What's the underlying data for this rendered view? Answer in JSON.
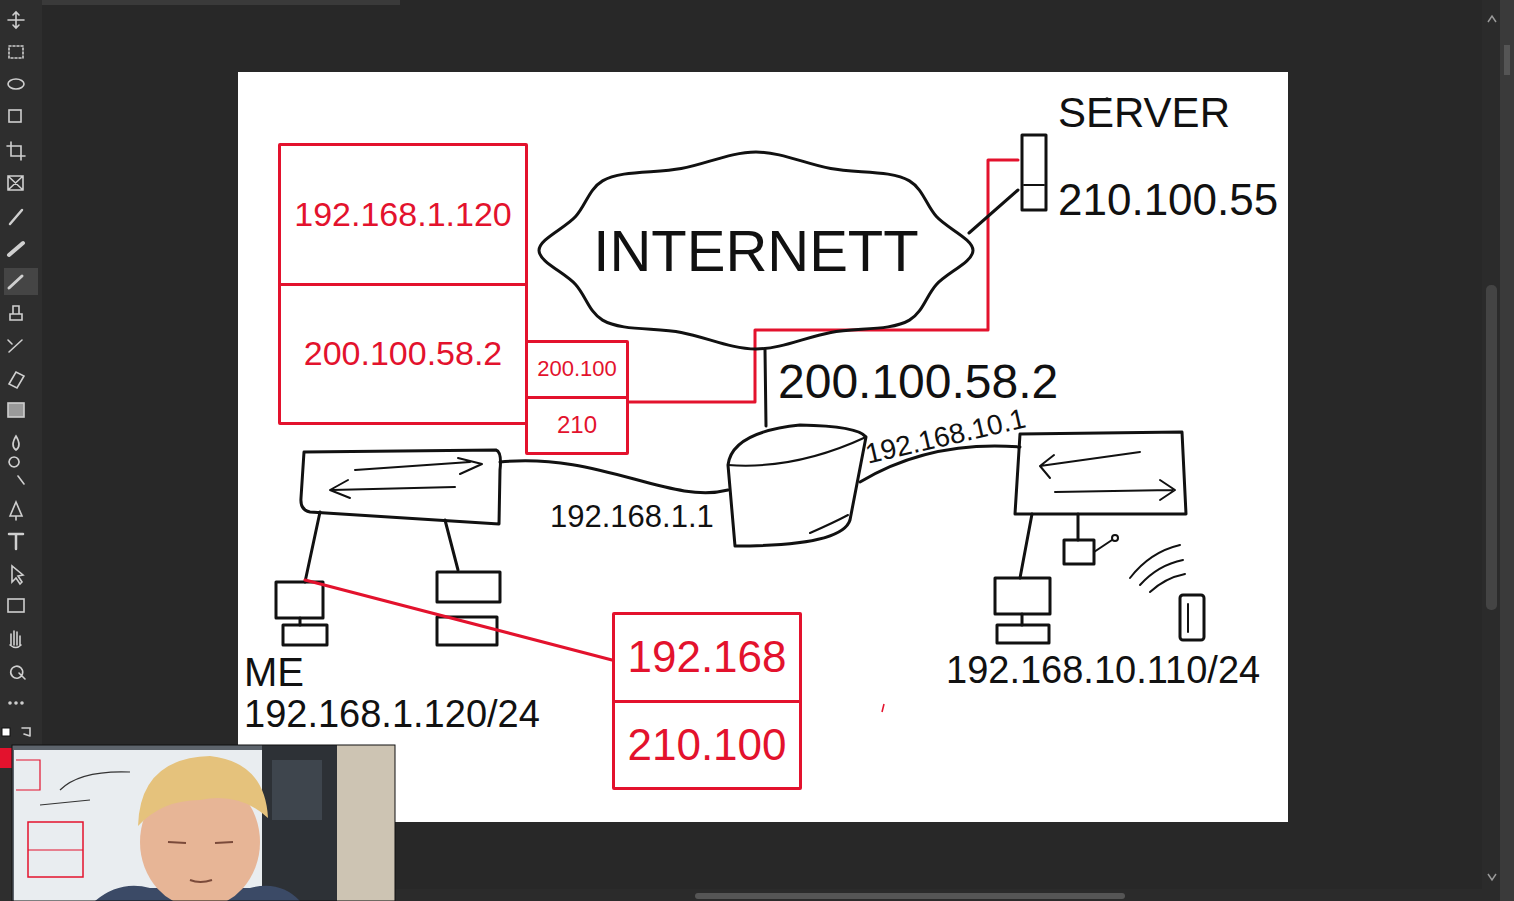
{
  "diagram": {
    "nodes": [
      {
        "text": [
          "192.168.1.120",
          "200.100.58.2"
        ]
      },
      {
        "text": [
          "INTERNETT"
        ]
      },
      {
        "text": [
          "SERVER",
          "210.100.55"
        ]
      },
      {
        "text": [
          "200.100",
          "210"
        ]
      },
      {
        "text": [
          "ME",
          "192.168.1.120/24"
        ]
      },
      {
        "text": [
          "192.168",
          "210.100"
        ]
      }
    ],
    "edges": [
      {
        "from": 3,
        "to": 2,
        "arrow": "none"
      },
      {
        "from": 1,
        "to": 2,
        "arrow": "none"
      },
      {
        "from": 4,
        "to": 5,
        "arrow": "none"
      }
    ],
    "labels": [
      "200.100.58.2",
      "192.168.10.1",
      "192.168.1.1",
      "192.168.10.110/24"
    ]
  }
}
